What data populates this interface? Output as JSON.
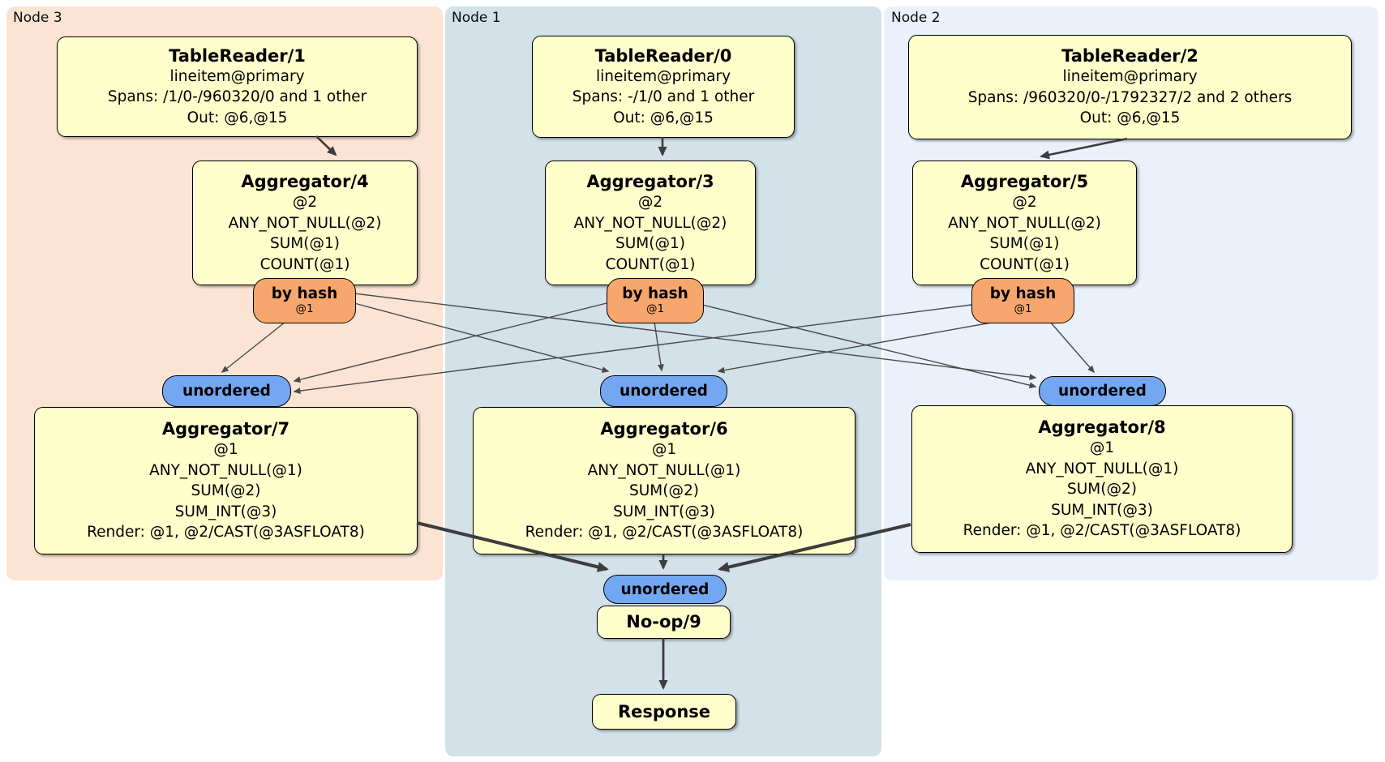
{
  "panels": {
    "node3": {
      "label": "Node 3"
    },
    "node1": {
      "label": "Node 1"
    },
    "node2": {
      "label": "Node 2"
    }
  },
  "boxes": {
    "tr1": {
      "title": "TableReader/1",
      "lines": [
        "lineitem@primary",
        "Spans: /1/0-/960320/0 and 1 other",
        "Out: @6,@15"
      ]
    },
    "tr0": {
      "title": "TableReader/0",
      "lines": [
        "lineitem@primary",
        "Spans: -/1/0 and 1 other",
        "Out: @6,@15"
      ]
    },
    "tr2": {
      "title": "TableReader/2",
      "lines": [
        "lineitem@primary",
        "Spans: /960320/0-/1792327/2 and 2 others",
        "Out: @6,@15"
      ]
    },
    "agg4": {
      "title": "Aggregator/4",
      "lines": [
        "@2",
        "ANY_NOT_NULL(@2)",
        "SUM(@1)",
        "COUNT(@1)"
      ]
    },
    "agg3": {
      "title": "Aggregator/3",
      "lines": [
        "@2",
        "ANY_NOT_NULL(@2)",
        "SUM(@1)",
        "COUNT(@1)"
      ]
    },
    "agg5": {
      "title": "Aggregator/5",
      "lines": [
        "@2",
        "ANY_NOT_NULL(@2)",
        "SUM(@1)",
        "COUNT(@1)"
      ]
    },
    "agg7": {
      "title": "Aggregator/7",
      "lines": [
        "@1",
        "ANY_NOT_NULL(@1)",
        "SUM(@2)",
        "SUM_INT(@3)",
        "Render: @1, @2/CAST(@3ASFLOAT8)"
      ]
    },
    "agg6": {
      "title": "Aggregator/6",
      "lines": [
        "@1",
        "ANY_NOT_NULL(@1)",
        "SUM(@2)",
        "SUM_INT(@3)",
        "Render: @1, @2/CAST(@3ASFLOAT8)"
      ]
    },
    "agg8": {
      "title": "Aggregator/8",
      "lines": [
        "@1",
        "ANY_NOT_NULL(@1)",
        "SUM(@2)",
        "SUM_INT(@3)",
        "Render: @1, @2/CAST(@3ASFLOAT8)"
      ]
    },
    "noop": {
      "title": "No-op/9"
    },
    "response": {
      "title": "Response"
    }
  },
  "routers": {
    "bh4": {
      "label": "by hash",
      "tag": "@1"
    },
    "bh3": {
      "label": "by hash",
      "tag": "@1"
    },
    "bh5": {
      "label": "by hash",
      "tag": "@1"
    }
  },
  "syncs": {
    "uoL": {
      "label": "unordered"
    },
    "uoC": {
      "label": "unordered"
    },
    "uoR": {
      "label": "unordered"
    },
    "uoB": {
      "label": "unordered"
    }
  },
  "colors": {
    "panel_node3": "#FCE4D4",
    "panel_node1": "#D3E1E9",
    "panel_node2": "#EAF1FB",
    "box_fill": "#FFFFCC",
    "router_fill": "#F7A76E",
    "sync_fill": "#74A7F2",
    "edge": "#4A4A4A"
  }
}
